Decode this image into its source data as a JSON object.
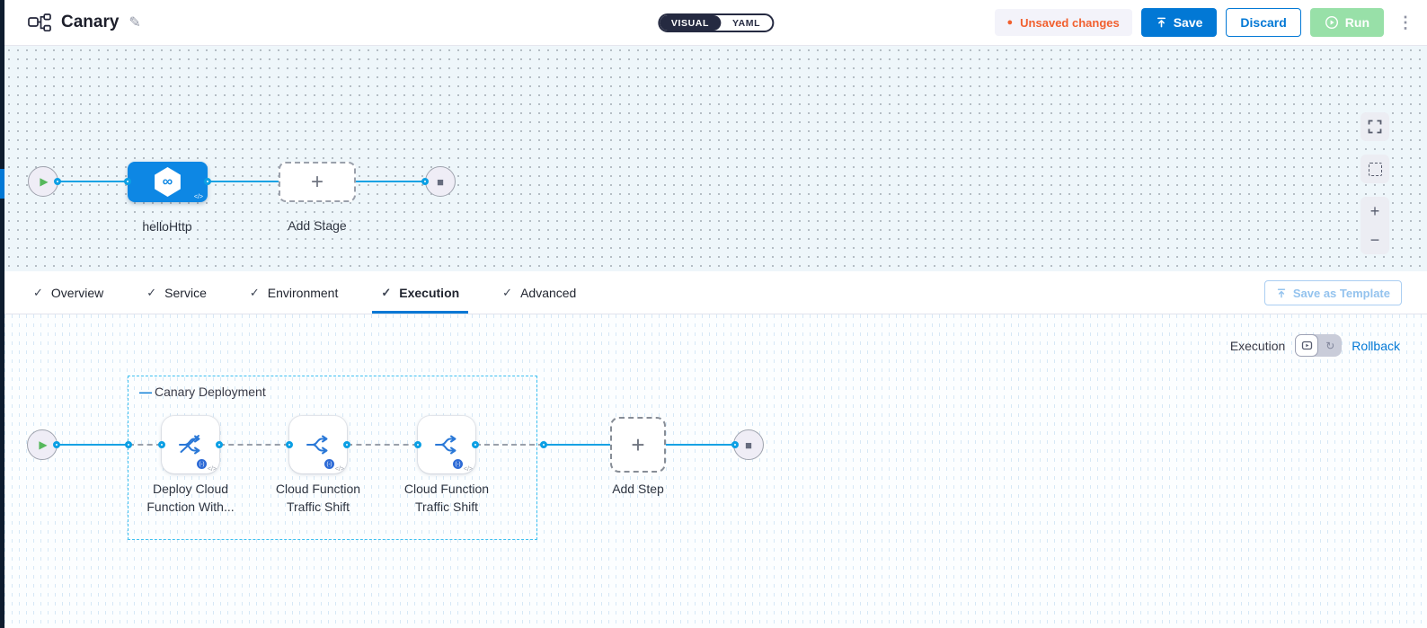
{
  "colors": {
    "primary": "#0278d5",
    "line": "#17a2e4",
    "unsaved": "#f1602f",
    "run-bg": "#98e0a8",
    "group": "#3fc0f0",
    "stage": "#0d87e4"
  },
  "header": {
    "title": "Canary",
    "mode_toggle": {
      "visual_label": "VISUAL",
      "yaml_label": "YAML",
      "selected": "VISUAL"
    },
    "unsaved_label": "Unsaved changes",
    "save_label": "Save",
    "discard_label": "Discard",
    "run_label": "Run"
  },
  "stage_canvas": {
    "stage_name": "helloHttp",
    "add_stage_label": "Add Stage"
  },
  "tabs": {
    "items": [
      {
        "label": "Overview"
      },
      {
        "label": "Service"
      },
      {
        "label": "Environment"
      },
      {
        "label": "Execution"
      },
      {
        "label": "Advanced"
      }
    ],
    "active": "Execution",
    "save_as_template_label": "Save as Template"
  },
  "execution": {
    "mode_label": "Execution",
    "rollback_label": "Rollback",
    "group_name": "Canary Deployment",
    "steps": [
      {
        "line1": "Deploy Cloud",
        "line2": "Function With..."
      },
      {
        "line1": "Cloud Function",
        "line2": "Traffic Shift"
      },
      {
        "line1": "Cloud Function",
        "line2": "Traffic Shift"
      }
    ],
    "add_step_label": "Add Step"
  },
  "icons": {
    "edit": "✎",
    "menu": "⋮",
    "unsaved_dot": "●",
    "plus": "+",
    "minus": "−",
    "check": "✓",
    "play": "▶",
    "stop": "■",
    "infinity": "∞",
    "code": "</>",
    "badge": "(-)",
    "rollback": "↻",
    "group_dash": "—"
  }
}
